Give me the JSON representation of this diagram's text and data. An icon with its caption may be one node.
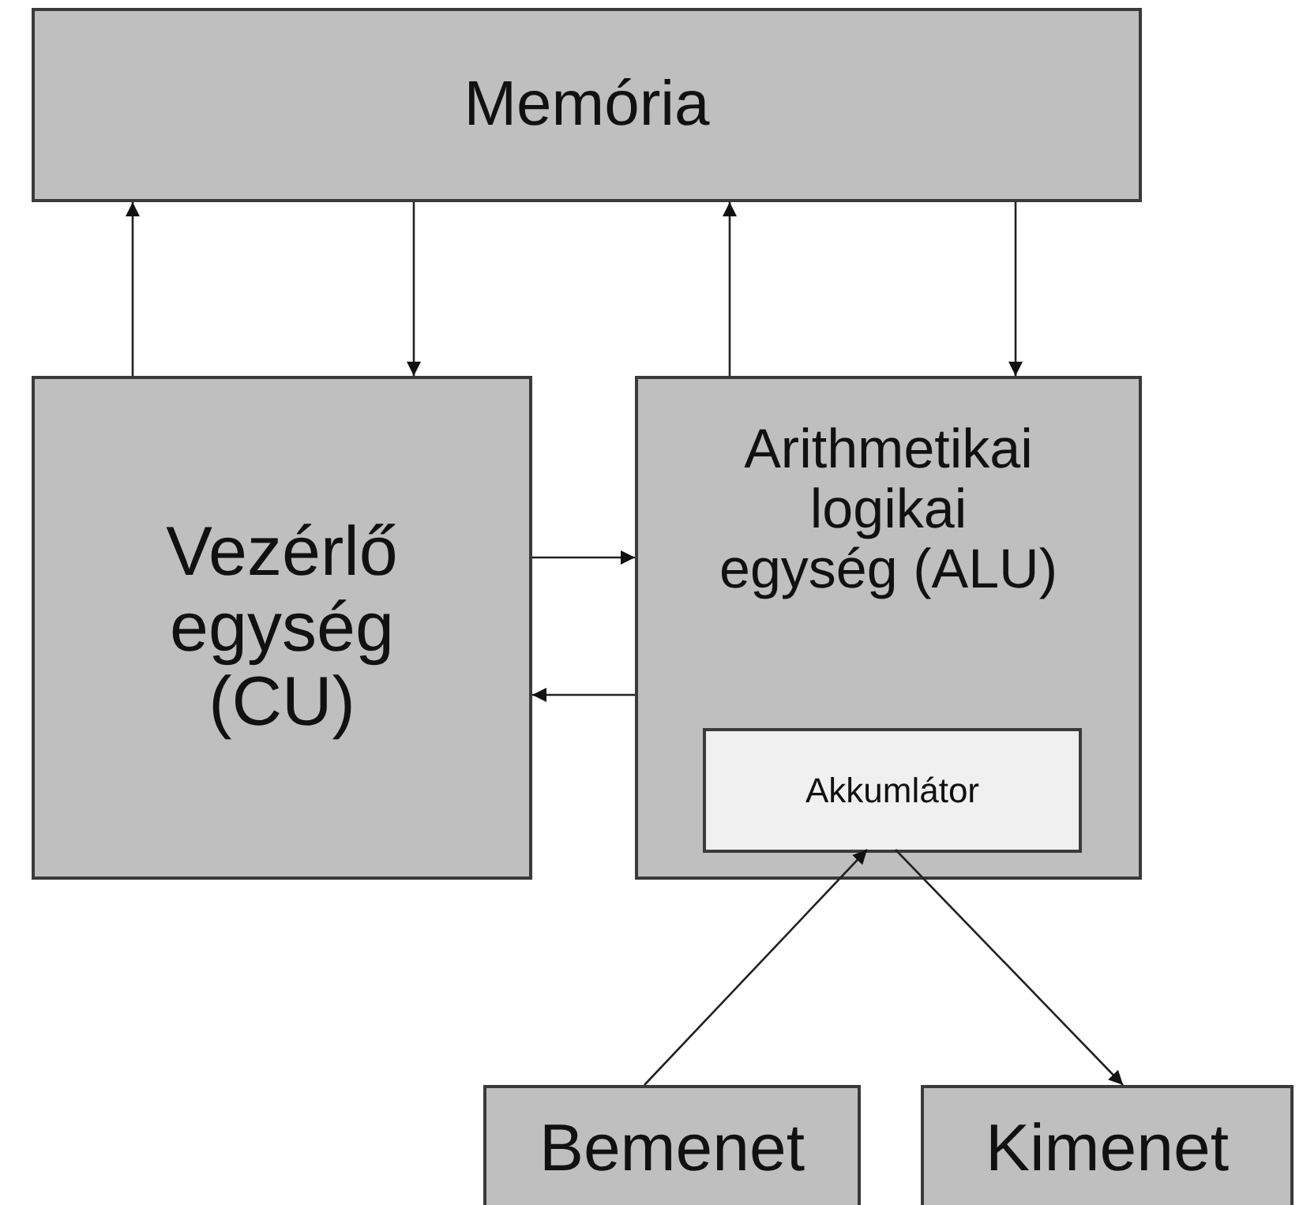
{
  "diagram": {
    "nodes": [
      {
        "text": [
          "Memória"
        ]
      },
      {
        "text": [
          "Vezérlő egység (CU)"
        ]
      },
      {
        "text": [
          "Arithmetikai logikai egység (ALU)"
        ]
      },
      {
        "text": [
          "Akkumlátor"
        ],
        "in": 2
      },
      {
        "text": [
          "Bemenet"
        ]
      },
      {
        "text": [
          "Kimenet"
        ]
      }
    ],
    "edges": [
      {
        "from": 1,
        "to": 0,
        "arrow": "to"
      },
      {
        "from": 0,
        "to": 1,
        "arrow": "to"
      },
      {
        "from": 2,
        "to": 0,
        "arrow": "to"
      },
      {
        "from": 0,
        "to": 2,
        "arrow": "to"
      },
      {
        "from": 1,
        "to": 2,
        "arrow": "to"
      },
      {
        "from": 2,
        "to": 1,
        "arrow": "to"
      },
      {
        "from": 4,
        "to": 3,
        "arrow": "to"
      },
      {
        "from": 3,
        "to": 5,
        "arrow": "to"
      }
    ]
  }
}
